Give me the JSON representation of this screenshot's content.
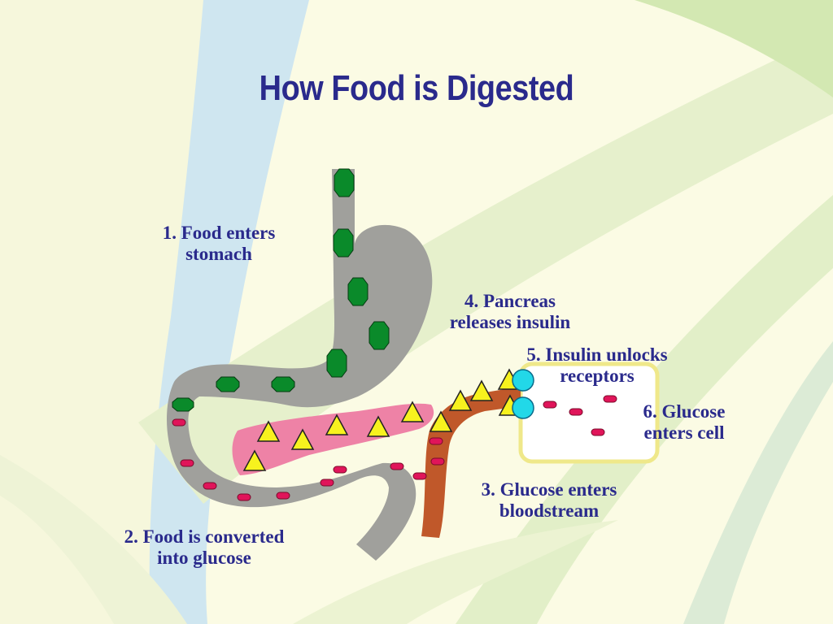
{
  "title": "How Food is Digested",
  "steps": [
    {
      "line1": "1. Food enters",
      "line2": "stomach"
    },
    {
      "line1": "2. Food is converted",
      "line2": "into glucose"
    },
    {
      "line1": "3. Glucose  enters",
      "line2": "bloodstream"
    },
    {
      "line1": "4. Pancreas",
      "line2": "releases insulin"
    },
    {
      "line1": "5. Insulin unlocks",
      "line2": "receptors"
    },
    {
      "line1": "6. Glucose",
      "line2": "enters cell"
    }
  ],
  "colors": {
    "title": "#2a2a8c",
    "stomach": "#a0a09c",
    "food": "#0a8a2a",
    "pancreas": "#ee82a6",
    "blood_vessel": "#c0582a",
    "insulin": "#f7f21e",
    "glucose": "#e0155a",
    "receptor": "#22d8e8",
    "cell_border": "#efe88a",
    "cell_fill": "#ffffff"
  },
  "icons": {
    "food_particle": "green-octagon",
    "insulin": "yellow-triangle",
    "glucose": "red-dash",
    "receptor": "cyan-circle"
  }
}
